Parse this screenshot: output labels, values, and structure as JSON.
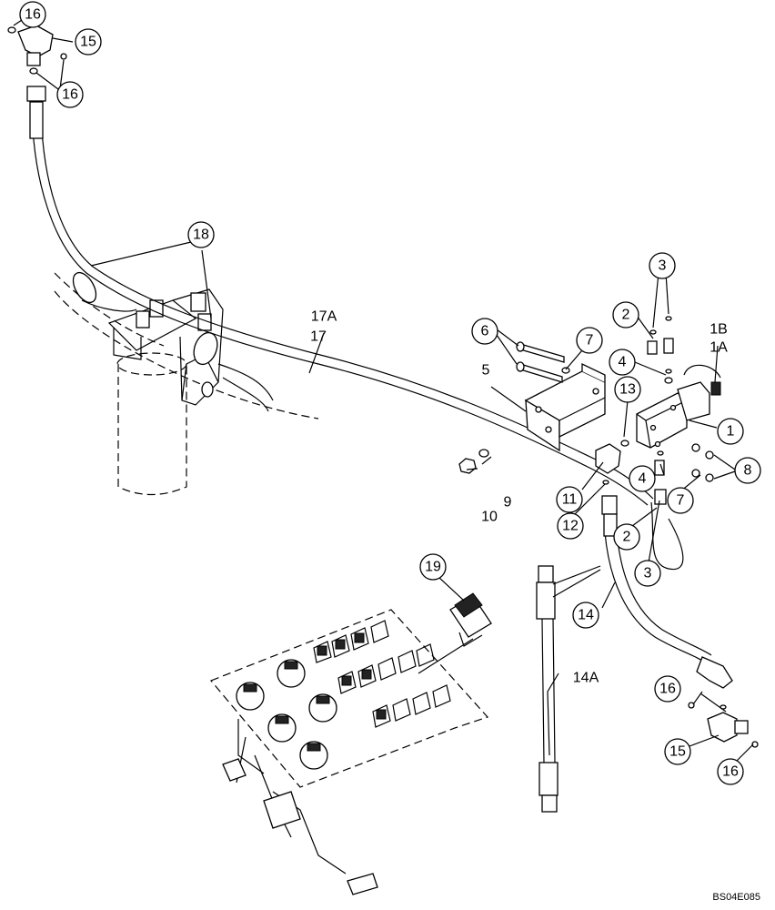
{
  "figure_code": "BS04E085",
  "callouts": {
    "c16a": "16",
    "c15a": "15",
    "c16b": "16",
    "c18": "18",
    "c3a": "3",
    "c2a": "2",
    "c6": "6",
    "c7a": "7",
    "c4a": "4",
    "c13": "13",
    "c1": "1",
    "c8": "8",
    "c7b": "7",
    "c4b": "4",
    "c11": "11",
    "c12": "12",
    "c2b": "2",
    "c3b": "3",
    "c19": "19",
    "c14": "14",
    "c16c": "16",
    "c15b": "15",
    "c16d": "16"
  },
  "labels": {
    "l17a": "17A",
    "l17": "17",
    "l1b": "1B",
    "l1a": "1A",
    "l5": "5",
    "l9": "9",
    "l10": "10",
    "l14a": "14A"
  }
}
